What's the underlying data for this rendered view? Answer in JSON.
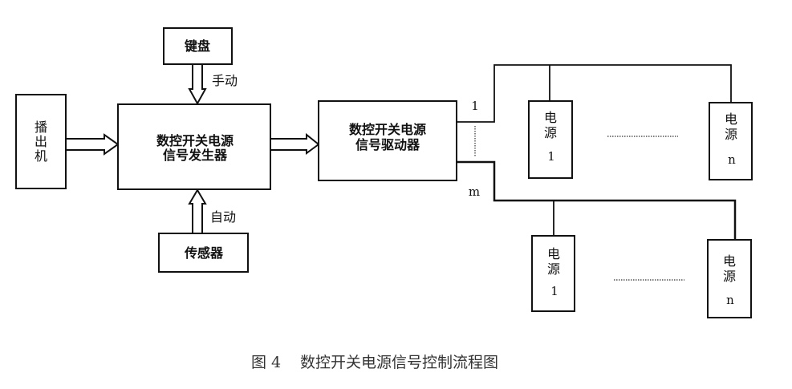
{
  "diagram": {
    "player": {
      "label_lines": [
        "播",
        "出",
        "机"
      ]
    },
    "keyboard": {
      "label": "键盘"
    },
    "manual_label": "手动",
    "sensor": {
      "label": "传感器"
    },
    "auto_label": "自动",
    "generator": {
      "label_lines": [
        "数控开关电源",
        "信号发生器"
      ]
    },
    "driver": {
      "label_lines": [
        "数控开关电源",
        "信号驱动器"
      ]
    },
    "channel_first": "1",
    "channel_last": "m",
    "power_groups": [
      {
        "first": {
          "label_lines": [
            "电",
            "源"
          ],
          "index": "1"
        },
        "last": {
          "label_lines": [
            "电",
            "源"
          ],
          "index": "n"
        }
      },
      {
        "first": {
          "label_lines": [
            "电",
            "源"
          ],
          "index": "1"
        },
        "last": {
          "label_lines": [
            "电",
            "源"
          ],
          "index": "n"
        }
      }
    ]
  },
  "caption": {
    "figure_number": "图 4",
    "title": "数控开关电源信号控制流程图"
  }
}
